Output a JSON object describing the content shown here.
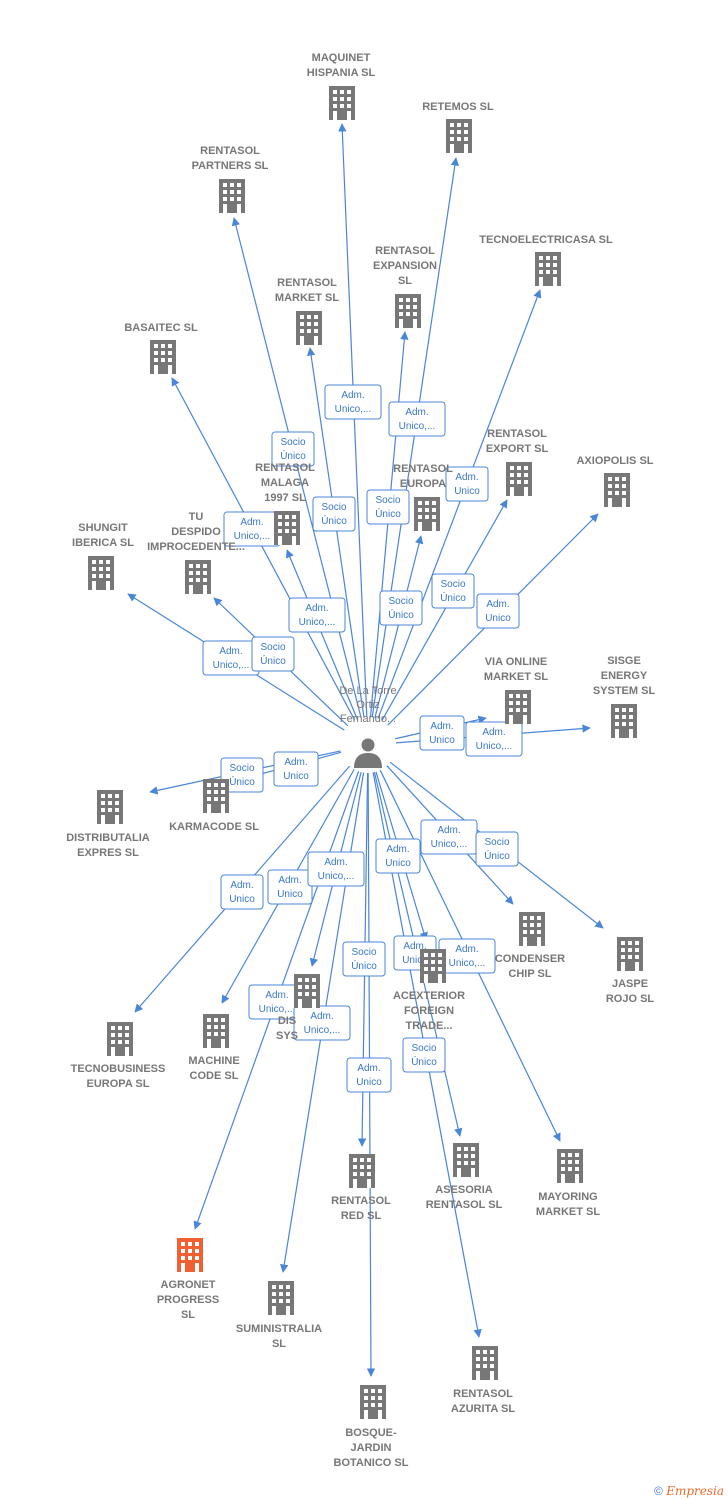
{
  "colors": {
    "edge": "#4a86d8",
    "building": "#777777",
    "highlight": "#f06030",
    "label": "#777777"
  },
  "person": {
    "name_lines": [
      "De La Torre",
      "Ortiz",
      "Fernando..."
    ]
  },
  "companies": [
    {
      "id": "maquinet",
      "lines": [
        "MAQUINET",
        "HISPANIA  SL"
      ]
    },
    {
      "id": "retemos",
      "lines": [
        "RETEMOS  SL"
      ]
    },
    {
      "id": "rentasol-partners",
      "lines": [
        "RENTASOL",
        "PARTNERS  SL"
      ]
    },
    {
      "id": "rentasol-expansion",
      "lines": [
        "RENTASOL",
        "EXPANSION",
        "SL"
      ]
    },
    {
      "id": "tecnoelectricasa",
      "lines": [
        "TECNOELECTRICASA SL"
      ]
    },
    {
      "id": "rentasol-market",
      "lines": [
        "RENTASOL",
        "MARKET  SL"
      ]
    },
    {
      "id": "basaitec",
      "lines": [
        "BASAITEC  SL"
      ]
    },
    {
      "id": "rentasol-export",
      "lines": [
        "RENTASOL",
        "EXPORT  SL"
      ]
    },
    {
      "id": "axiopolis",
      "lines": [
        "AXIOPOLIS SL"
      ]
    },
    {
      "id": "rentasol-malaga",
      "lines": [
        "RENTASOL",
        "MALAGA",
        "1997  SL"
      ]
    },
    {
      "id": "rentasol-europa",
      "lines": [
        "RENTASOL",
        "EUROPA"
      ]
    },
    {
      "id": "shungit",
      "lines": [
        "SHUNGIT",
        "IBERICA  SL"
      ]
    },
    {
      "id": "tu-despido",
      "lines": [
        "TU",
        "DESPIDO",
        "IMPROCEDENTE..."
      ]
    },
    {
      "id": "via-online",
      "lines": [
        "VIA ONLINE",
        "MARKET  SL"
      ]
    },
    {
      "id": "sisge",
      "lines": [
        "SISGE",
        "ENERGY",
        "SYSTEM  SL"
      ]
    },
    {
      "id": "distributalia",
      "lines": [
        "DISTRIBUTALIA",
        "EXPRES  SL"
      ]
    },
    {
      "id": "karmacode",
      "lines": [
        "KARMACODE SL"
      ]
    },
    {
      "id": "condenser",
      "lines": [
        "CONDENSER",
        "CHIP SL"
      ]
    },
    {
      "id": "jaspe",
      "lines": [
        "JASPE",
        "ROJO  SL"
      ]
    },
    {
      "id": "acexterior",
      "lines": [
        "ACEXTERIOR",
        "FOREIGN",
        "TRADE..."
      ]
    },
    {
      "id": "dis-sys",
      "lines": [
        "DIS",
        "SYS"
      ]
    },
    {
      "id": "tecnobusiness",
      "lines": [
        "TECNOBUSINESS",
        "EUROPA SL"
      ]
    },
    {
      "id": "machine-code",
      "lines": [
        "MACHINE",
        "CODE SL"
      ]
    },
    {
      "id": "rentasol-red",
      "lines": [
        "RENTASOL",
        "RED  SL"
      ]
    },
    {
      "id": "asesoria",
      "lines": [
        "ASESORIA",
        "RENTASOL SL"
      ]
    },
    {
      "id": "mayoring",
      "lines": [
        "MAYORING",
        "MARKET  SL"
      ]
    },
    {
      "id": "agronet",
      "lines": [
        "AGRONET",
        "PROGRESS",
        "SL"
      ],
      "highlight": true
    },
    {
      "id": "suministralia",
      "lines": [
        "SUMINISTRALIA",
        "SL"
      ]
    },
    {
      "id": "rentasol-azurita",
      "lines": [
        "RENTASOL",
        "AZURITA  SL"
      ]
    },
    {
      "id": "bosque",
      "lines": [
        "BOSQUE-",
        "JARDIN",
        "BOTANICO SL"
      ]
    }
  ],
  "edge_labels": [
    {
      "lines": [
        "Adm.",
        "Unico,..."
      ]
    },
    {
      "lines": [
        "Adm.",
        "Unico,..."
      ]
    },
    {
      "lines": [
        "Socio",
        "Único"
      ]
    },
    {
      "lines": [
        "Adm.",
        "Unico"
      ]
    },
    {
      "lines": [
        "Socio",
        "Único"
      ]
    },
    {
      "lines": [
        "Socio",
        "Único"
      ]
    },
    {
      "lines": [
        "Adm.",
        "Unico,..."
      ]
    },
    {
      "lines": [
        "Adm.",
        "Unico,..."
      ]
    },
    {
      "lines": [
        "Socio",
        "Único"
      ]
    },
    {
      "lines": [
        "Socio",
        "Único"
      ]
    },
    {
      "lines": [
        "Adm.",
        "Unico"
      ]
    },
    {
      "lines": [
        "Adm.",
        "Unico,..."
      ]
    },
    {
      "lines": [
        "Socio",
        "Único"
      ]
    },
    {
      "lines": [
        "Adm.",
        "Unico"
      ]
    },
    {
      "lines": [
        "Adm.",
        "Unico,..."
      ]
    },
    {
      "lines": [
        "Socio",
        "Único"
      ]
    },
    {
      "lines": [
        "Adm.",
        "Unico"
      ]
    },
    {
      "lines": [
        "Adm.",
        "Unico"
      ]
    },
    {
      "lines": [
        "Adm.",
        "Unico,..."
      ]
    },
    {
      "lines": [
        "Socio",
        "Único"
      ]
    },
    {
      "lines": [
        "Adm.",
        "Unico"
      ]
    },
    {
      "lines": [
        "Adm.",
        "Unico"
      ]
    },
    {
      "lines": [
        "Adm.",
        "Unico,..."
      ]
    },
    {
      "lines": [
        "Socio",
        "Único"
      ]
    },
    {
      "lines": [
        "Adm.",
        "Unico"
      ]
    },
    {
      "lines": [
        "Adm.",
        "Unico,..."
      ]
    },
    {
      "lines": [
        "Adm.",
        "Unico,..."
      ]
    },
    {
      "lines": [
        "Adm.",
        "Unico,..."
      ]
    },
    {
      "lines": [
        "Socio",
        "Único"
      ]
    },
    {
      "lines": [
        "Adm.",
        "Unico"
      ]
    }
  ],
  "footer": {
    "copyright": "©",
    "brand": "Empresia"
  }
}
